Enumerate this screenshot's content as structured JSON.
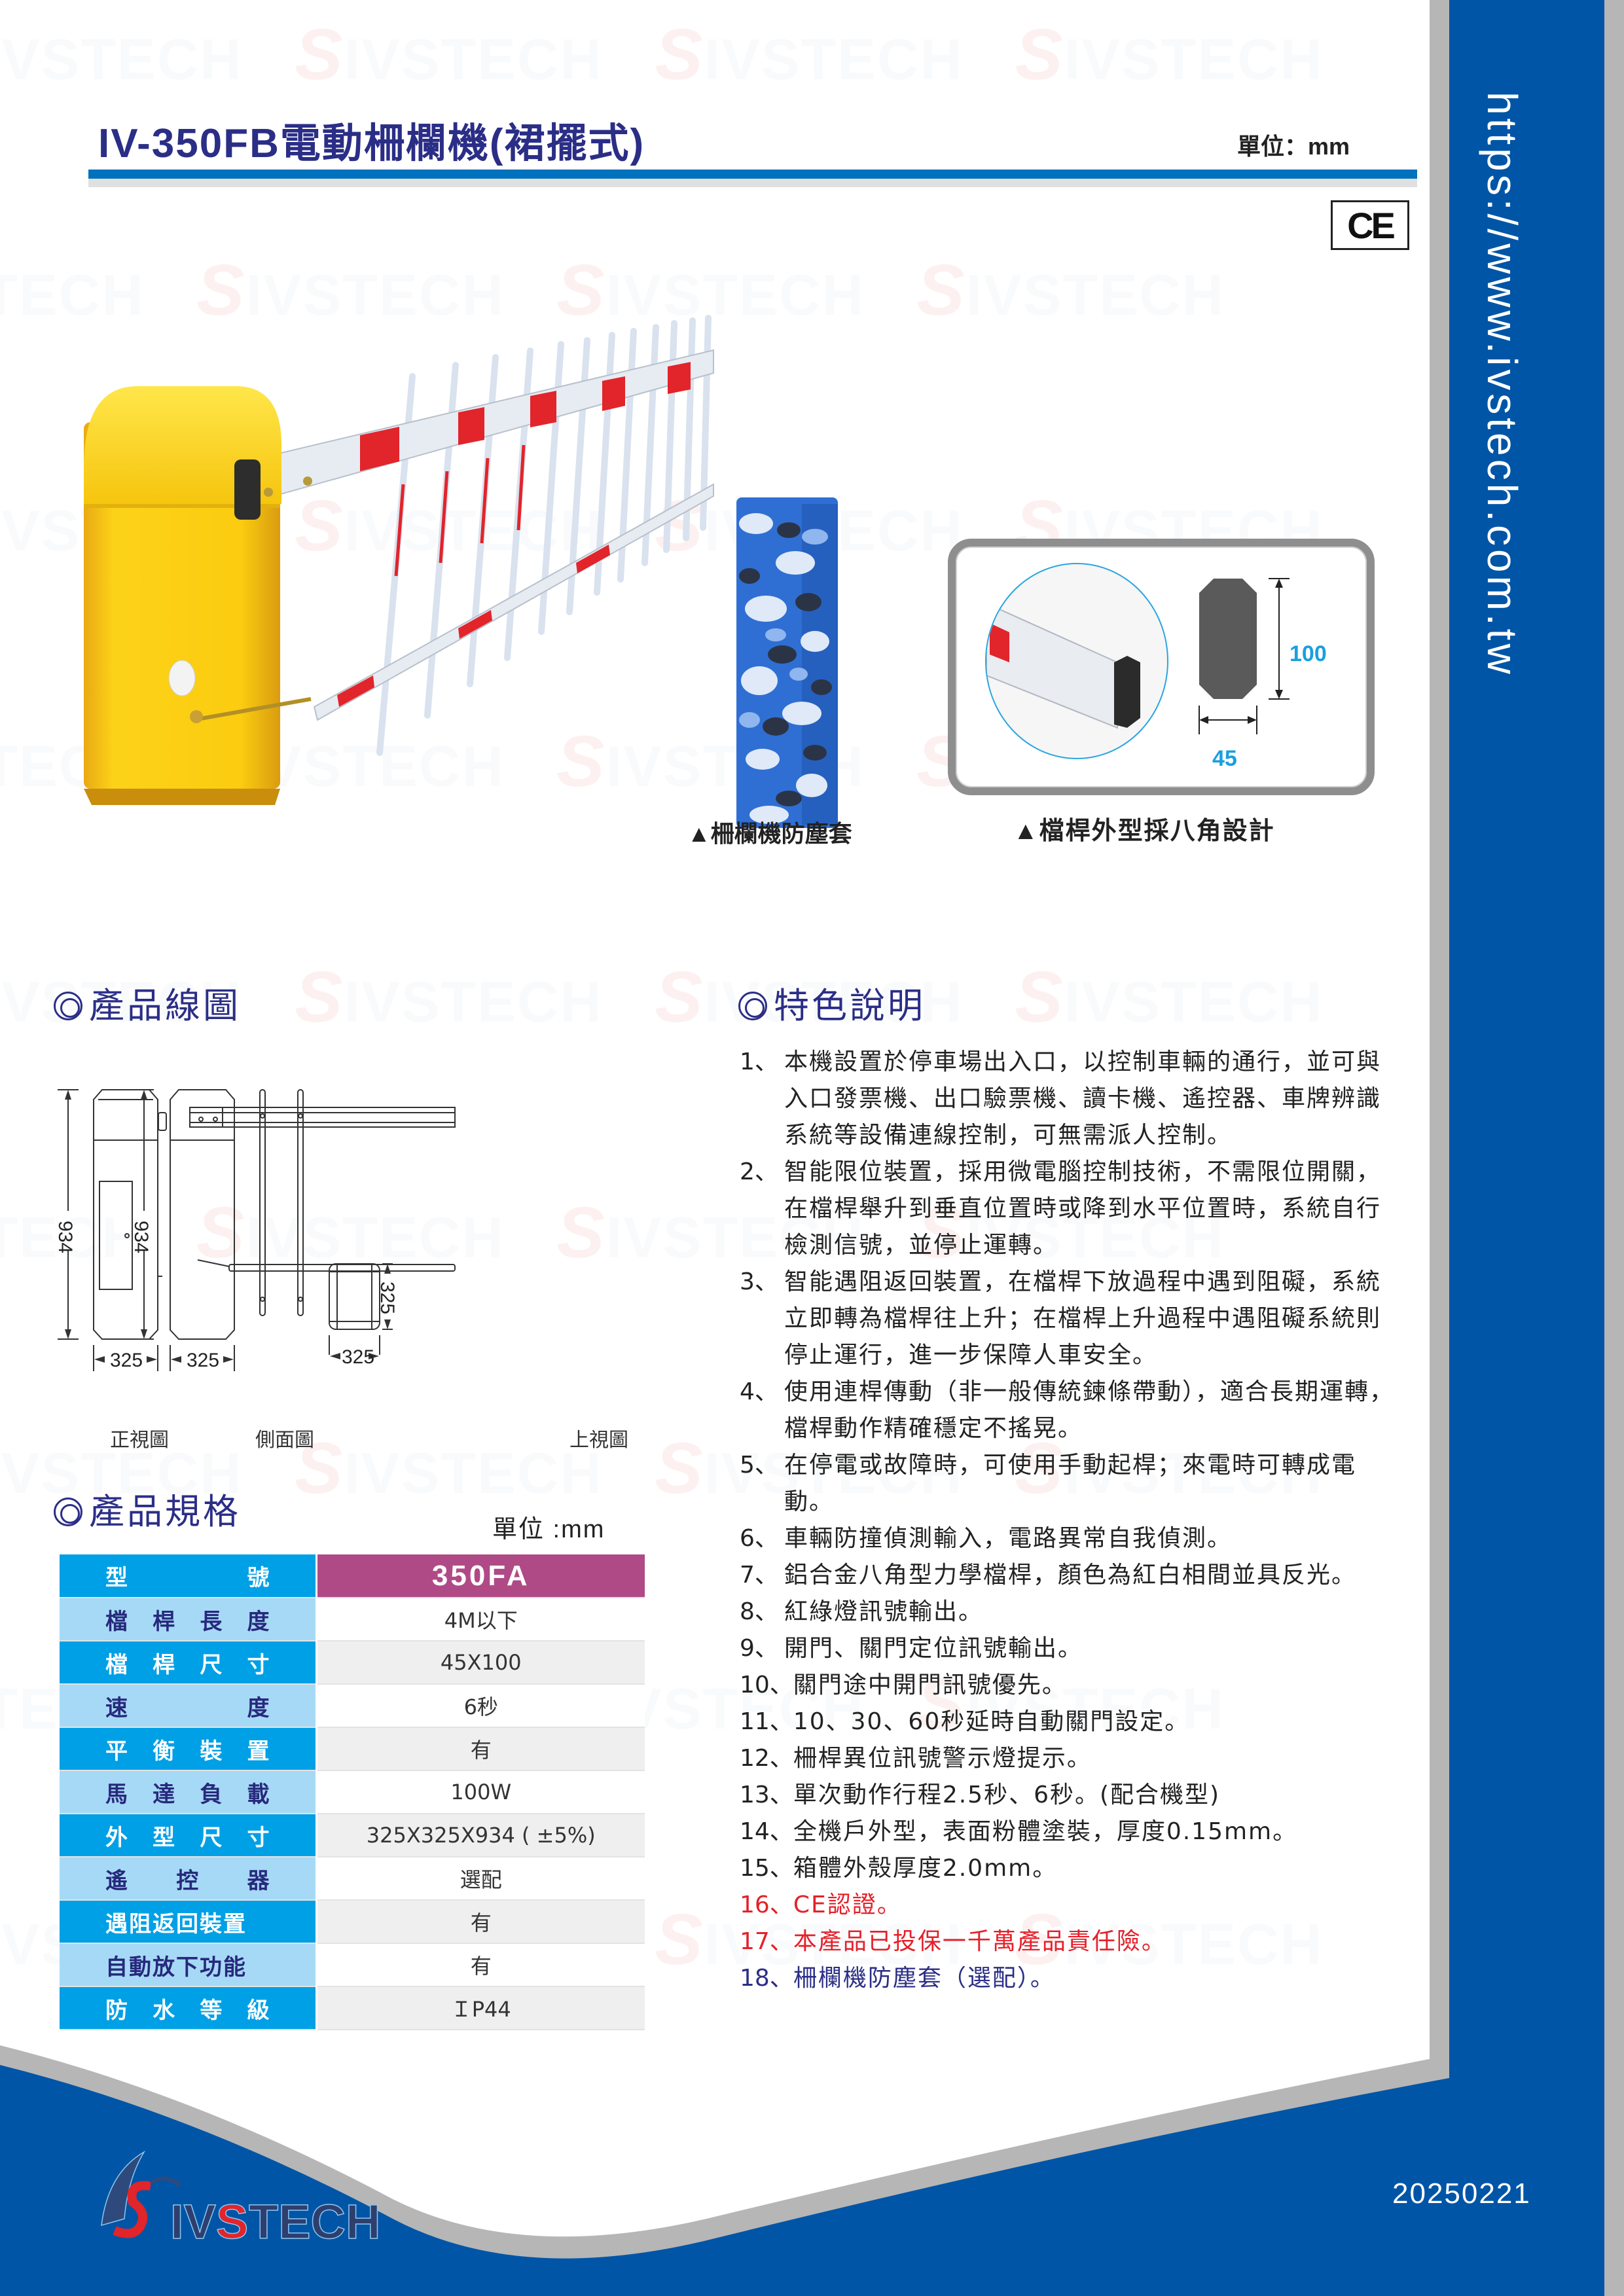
{
  "header": {
    "title": "IV-350FB電動柵欄機(裙擺式)",
    "unit": "單位：mm",
    "ce_mark": "CE"
  },
  "sidebar": {
    "url": "https://www.ivstech.com.tw"
  },
  "images": {
    "product_photo": "yellow-barrier-gate-with-fence-arm",
    "dust_cover": "blue-camouflage-dust-cover",
    "dust_cover_caption": "▲柵欄機防塵套",
    "boom_profile_caption": "▲檔桿外型採八角設計",
    "boom_height": "100",
    "boom_width": "45"
  },
  "drawing": {
    "section_title": "產品線圖",
    "front_height": "934",
    "side_height": "934",
    "front_width": "325",
    "side_width": "325",
    "top_width": "325",
    "top_depth": "325",
    "front_label": "正視圖",
    "side_label": "側面圖",
    "top_label": "上視圖"
  },
  "specs": {
    "section_title": "產品規格",
    "unit": "單位 :mm",
    "header": {
      "label": [
        "型",
        "號"
      ],
      "value": "350FA"
    },
    "rows": [
      {
        "label": [
          "檔",
          "桿",
          "長",
          "度"
        ],
        "value": "4M以下"
      },
      {
        "label": [
          "檔",
          "桿",
          "尺",
          "寸"
        ],
        "value": "45X100"
      },
      {
        "label": [
          "速",
          "度"
        ],
        "value": "6秒"
      },
      {
        "label": [
          "平",
          "衡",
          "裝",
          "置"
        ],
        "value": "有"
      },
      {
        "label": [
          "馬",
          "達",
          "負",
          "載"
        ],
        "value": "100W"
      },
      {
        "label": [
          "外",
          "型",
          "尺",
          "寸"
        ],
        "value": "325X325X934 ( ±5%)"
      },
      {
        "label": [
          "遙",
          "控",
          "器"
        ],
        "value": "選配"
      },
      {
        "label": [
          "遇阻返回裝置"
        ],
        "value": "有"
      },
      {
        "label": [
          "自動放下功能"
        ],
        "value": "有"
      },
      {
        "label": [
          "防",
          "水",
          "等",
          "級"
        ],
        "value": "ＩP44"
      }
    ]
  },
  "features": {
    "section_title": "特色說明",
    "items": [
      {
        "num": "1、",
        "text": "本機設置於停車場出入口，以控制車輛的通行，並可與入口發票機、出口驗票機、讀卡機、遙控器、車牌辨識系統等設備連線控制，可無需派人控制。",
        "color": "default"
      },
      {
        "num": "2、",
        "text": "智能限位裝置，採用微電腦控制技術，不需限位開關，在檔桿舉升到垂直位置時或降到水平位置時，系統自行檢測信號，並停止運轉。",
        "color": "default"
      },
      {
        "num": "3、",
        "text": "智能遇阻返回裝置，在檔桿下放過程中遇到阻礙，系統立即轉為檔桿往上升；在檔桿上升過程中遇阻礙系統則停止運行，進一步保障人車安全。",
        "color": "default"
      },
      {
        "num": "4、",
        "text": "使用連桿傳動（非一般傳統鍊條帶動），適合長期運轉，檔桿動作精確穩定不搖晃。",
        "color": "default"
      },
      {
        "num": "5、",
        "text": "在停電或故障時，可使用手動起桿；來電時可轉成電動。",
        "color": "default"
      },
      {
        "num": "6、",
        "text": "車輛防撞偵測輸入，電路異常自我偵測。",
        "color": "default"
      },
      {
        "num": "7、",
        "text": "鋁合金八角型力學檔桿，顏色為紅白相間並具反光。",
        "color": "default"
      },
      {
        "num": "8、",
        "text": "紅綠燈訊號輸出。",
        "color": "default"
      },
      {
        "num": "9、",
        "text": "開門、關門定位訊號輸出。",
        "color": "default"
      },
      {
        "num": "10、",
        "text": "關門途中開門訊號優先。",
        "color": "default"
      },
      {
        "num": "11、",
        "text": "10、30、60秒延時自動關門設定。",
        "color": "default"
      },
      {
        "num": "12、",
        "text": "柵桿異位訊號警示燈提示。",
        "color": "default"
      },
      {
        "num": "13、",
        "text": "單次動作行程2.5秒、6秒。(配合機型)",
        "color": "default"
      },
      {
        "num": "14、",
        "text": "全機戶外型，表面粉體塗裝，厚度0.15mm。",
        "color": "default"
      },
      {
        "num": "15、",
        "text": "箱體外殼厚度2.0mm。",
        "color": "default"
      },
      {
        "num": "16、",
        "text": "CE認證。",
        "color": "red"
      },
      {
        "num": "17、",
        "text": "本產品已投保一千萬產品責任險。",
        "color": "red"
      },
      {
        "num": "18、",
        "text": "柵欄機防塵套（選配）。",
        "color": "navy"
      }
    ]
  },
  "footer": {
    "logo_text": "SIVSTECH",
    "date": "20250221"
  },
  "colors": {
    "brand_blue": "#0055a6",
    "title_navy": "#2b2e86",
    "table_dark_blue": "#00a0e6",
    "table_light_blue": "#a6d9f5",
    "table_header_magenta": "#b04a86",
    "accent_red": "#e5202a",
    "dimension_cyan": "#1a9fdf",
    "rail_gray": "#b6b6b6"
  }
}
